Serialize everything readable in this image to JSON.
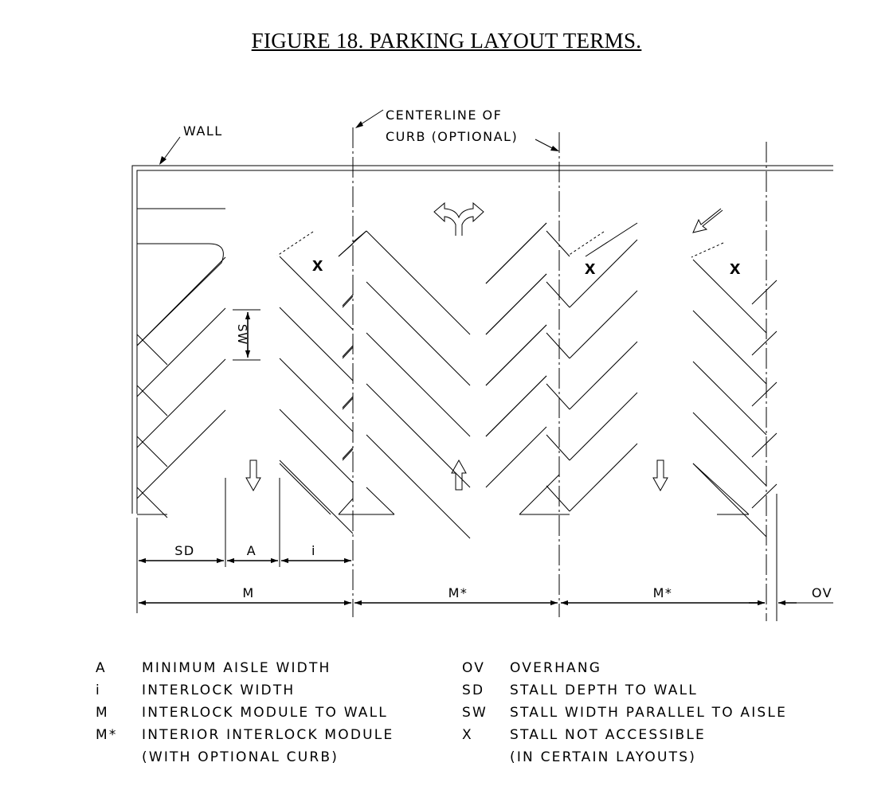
{
  "title": "FIGURE 18.  PARKING LAYOUT TERMS.",
  "callouts": {
    "wall": "WALL",
    "centerline_line1": "CENTERLINE OF",
    "centerline_line2": "CURB (OPTIONAL)",
    "stall_mark": "x"
  },
  "dimensions": {
    "sd": "SD",
    "a": "A",
    "i": "i",
    "m": "M",
    "m_star_1": "M*",
    "m_star_2": "M*",
    "ov": "OV",
    "sw": "SW"
  },
  "legend": [
    {
      "code": "A",
      "text": "MINIMUM AISLE WIDTH",
      "cont": ""
    },
    {
      "code": "i",
      "text": "INTERLOCK WIDTH",
      "cont": ""
    },
    {
      "code": "M",
      "text": "INTERLOCK MODULE TO WALL",
      "cont": ""
    },
    {
      "code": "M*",
      "text": "INTERIOR INTERLOCK MODULE",
      "cont": "(WITH OPTIONAL CURB)"
    },
    {
      "code": "OV",
      "text": "OVERHANG",
      "cont": ""
    },
    {
      "code": "SD",
      "text": "STALL DEPTH TO WALL",
      "cont": ""
    },
    {
      "code": "SW",
      "text": "STALL WIDTH PARALLEL  TO AISLE",
      "cont": ""
    },
    {
      "code": "X",
      "text": "STALL NOT ACCESSIBLE",
      "cont": "(IN CERTAIN LAYOUTS)"
    }
  ]
}
